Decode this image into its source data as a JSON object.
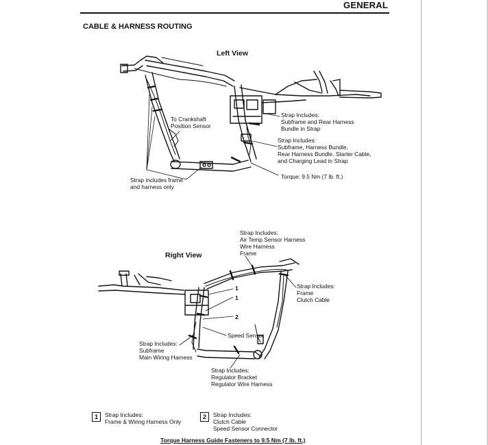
{
  "header": {
    "title": "GENERAL"
  },
  "section": {
    "title": "CABLE & HARNESS ROUTING"
  },
  "left_view": {
    "title": "Left View",
    "labels": {
      "crankshaft": "To Crankshaft\nPosition Sensor",
      "strap_subframe": "Strap Includes:\nSubframe and Rear Harness\nBundle in Strap",
      "strap_bundle": "Strap Includes:\nSubframe, Harness Bundle,\nRear Harness Bundle, Starter Cable,\nand Charging Lead in Strap",
      "strap_frame": "Strap includes frame\nand harness only",
      "torque": "Torque: 9.5 Nm (7 lb. ft.)"
    }
  },
  "right_view": {
    "title": "Right View",
    "labels": {
      "air_temp": "Strap Includes:\nAir Temp Sensor Harness\nWire Harness\nFrame",
      "clutch": "Strap Includes:\nFrame\nClutch Cable",
      "speed_sensor": "Speed Sensor",
      "main_wiring": "Strap Includes:\nSubframe\nMain Wiring Harness",
      "regulator": "Strap Includes:\nRegulator Bracket\nRegulator Wire Harness"
    },
    "callouts": [
      "1",
      "1",
      "2"
    ]
  },
  "legend": [
    {
      "num": "1",
      "text": "Strap Includes:\nFrame & Wiring Harness Only"
    },
    {
      "num": "2",
      "text": "Strap Includes:\nClutch Cable\nSpeed Sensor Connector"
    }
  ],
  "footer": {
    "note": "Torque Harness Guide Fasteners to 9.5 Nm (7 lb. ft.)"
  }
}
